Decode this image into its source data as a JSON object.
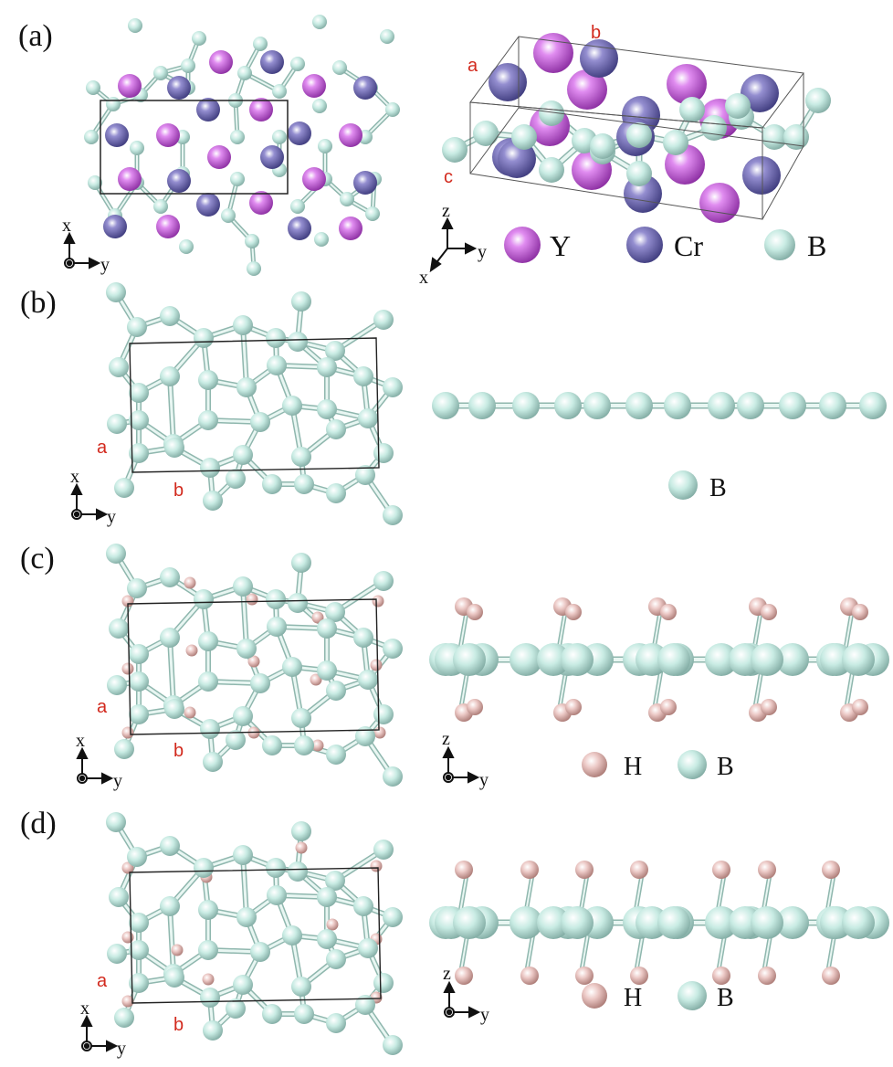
{
  "panels": {
    "a": {
      "label": "(a)",
      "cell_a": "a",
      "cell_b": "b",
      "cell_c": "c",
      "axis1_h": "y",
      "axis1_v": "x",
      "axis2_x": "x",
      "axis2_y": "y",
      "axis2_z": "z"
    },
    "b": {
      "label": "(b)",
      "cell_a": "a",
      "cell_b": "b",
      "axis_h": "y",
      "axis_v": "x"
    },
    "c": {
      "label": "(c)",
      "cell_a": "a",
      "cell_b": "b",
      "axis1_h": "y",
      "axis1_v": "x",
      "axis2_h": "y",
      "axis2_v": "z"
    },
    "d": {
      "label": "(d)",
      "cell_a": "a",
      "cell_b": "b",
      "axis1_h": "y",
      "axis1_v": "x",
      "axis2_h": "y",
      "axis2_v": "z"
    }
  },
  "legend": {
    "a": [
      "Y",
      "Cr",
      "B"
    ],
    "b": [
      "B"
    ],
    "c": [
      "H",
      "B"
    ],
    "d": [
      "H",
      "B"
    ]
  },
  "colors": {
    "Y": "#c256d6",
    "Cr": "#7a72b8",
    "B": "#b7e0d8",
    "H": "#e3b9b6",
    "cell_label": "#d22a1e"
  }
}
